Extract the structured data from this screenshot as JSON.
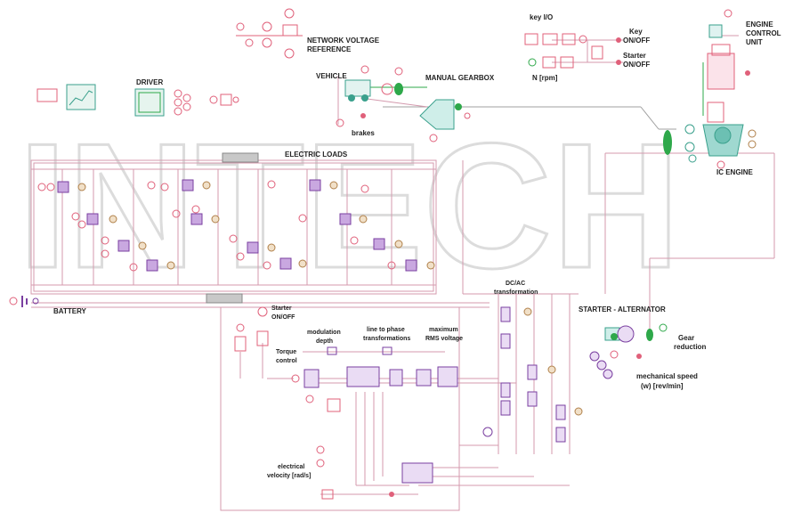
{
  "watermark": "INTECH",
  "colors": {
    "red": "#e0607a",
    "green": "#2ea84a",
    "purple": "#7a3fa0",
    "teal": "#3aa08c",
    "brown": "#b0804a",
    "wire": "#d0a0b0",
    "grey": "#909090"
  },
  "labels": {
    "network_voltage": [
      "NETWORK VOLTAGE",
      "REFERENCE"
    ],
    "key_io": "key I/O",
    "key_onoff": [
      "Key",
      "ON/OFF"
    ],
    "starter_onoff_top": [
      "Starter",
      "ON/OFF"
    ],
    "n_rpm": "N [rpm]",
    "engine_control": [
      "ENGINE",
      "CONTROL",
      "UNIT"
    ],
    "driver": "DRIVER",
    "vehicle": "VEHICLE",
    "manual_gearbox": "MANUAL GEARBOX",
    "brakes": "brakes",
    "ic_engine": "IC ENGINE",
    "electric_loads": "ELECTRIC LOADS",
    "battery": "BATTERY",
    "starter_onoff": [
      "Starter",
      "ON/OFF"
    ],
    "modulation": [
      "modulation",
      "depth"
    ],
    "line_phase": [
      "line to phase",
      "transformations"
    ],
    "max_rms": [
      "maximum",
      "RMS voltage"
    ],
    "dcac": [
      "DC/AC",
      "transformation"
    ],
    "starter_alternator": "STARTER - ALTERNATOR",
    "gear_reduction": [
      "Gear",
      "reduction"
    ],
    "torque_control": [
      "Torque",
      "control"
    ],
    "mech_speed": [
      "mechanical speed",
      "(w) [rev/min]"
    ],
    "elec_velocity": [
      "electrical",
      "velocity [rad/s]"
    ]
  }
}
